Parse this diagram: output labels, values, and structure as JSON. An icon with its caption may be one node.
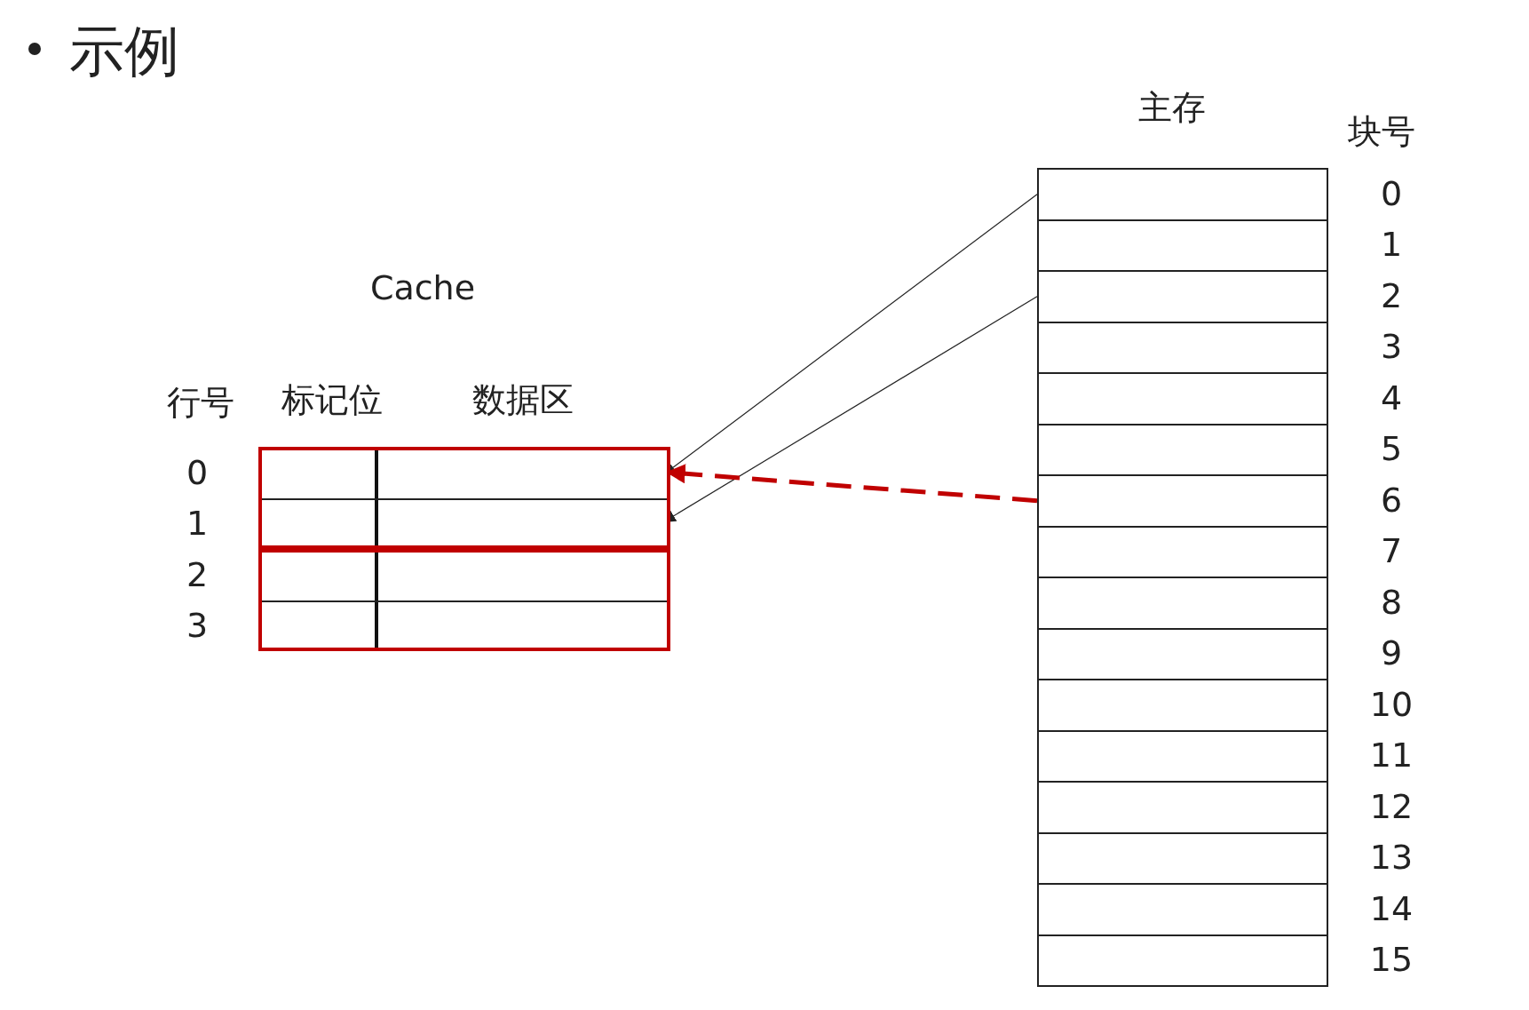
{
  "diagram": {
    "title": "示例",
    "nodes": [
      {
        "text": [],
        "shape": "box"
      },
      {
        "text": [],
        "shape": "box",
        "in": 0
      },
      {
        "text": [],
        "shape": "box",
        "in": 0
      },
      {
        "text": [],
        "shape": "box"
      },
      {
        "text": [],
        "shape": "box",
        "in": 3
      },
      {
        "text": [],
        "shape": "box",
        "in": 3
      },
      {
        "text": [],
        "shape": "box"
      },
      {
        "text": [],
        "shape": "box"
      },
      {
        "text": [],
        "shape": "box"
      },
      {
        "text": [],
        "shape": "box"
      },
      {
        "text": [],
        "shape": "box"
      },
      {
        "text": [],
        "shape": "box"
      },
      {
        "text": [],
        "shape": "box"
      },
      {
        "text": [],
        "shape": "box"
      },
      {
        "text": [],
        "shape": "box"
      },
      {
        "text": [],
        "shape": "box"
      },
      {
        "text": [],
        "shape": "box"
      },
      {
        "text": [],
        "shape": "box"
      },
      {
        "text": [],
        "shape": "box"
      },
      {
        "text": [],
        "shape": "box"
      },
      {
        "text": [],
        "shape": "box"
      },
      {
        "text": [],
        "shape": "box"
      }
    ],
    "edges": [
      {
        "from": 6,
        "to": 1,
        "arrow": "to"
      },
      {
        "from": 8,
        "to": 2,
        "arrow": "to"
      },
      {
        "from": 12,
        "to": 0,
        "arrow": "to",
        "style": "dashed",
        "color": "#c00000"
      }
    ],
    "labels": [
      "Cache",
      "行号",
      "标记位",
      "数据区",
      "0",
      "1",
      "2",
      "3",
      "主存",
      "块号",
      "0",
      "1",
      "2",
      "3",
      "4",
      "5",
      "6",
      "7",
      "8",
      "9",
      "10",
      "11",
      "12",
      "13",
      "14",
      "15"
    ]
  }
}
